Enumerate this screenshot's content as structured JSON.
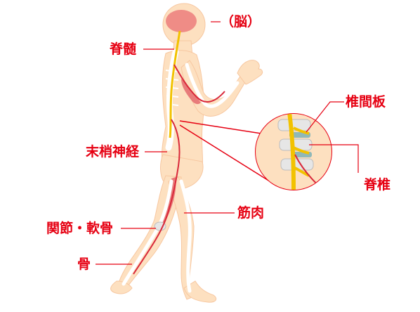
{
  "labels": {
    "brain": "（脳）",
    "spinal_cord": "脊髄",
    "intervertebral_disc": "椎間板",
    "peripheral_nerve": "末梢神経",
    "spine": "脊椎",
    "muscle": "筋肉",
    "joint_cartilage": "関節・軟骨",
    "bone": "骨"
  },
  "colors": {
    "label": "#e60012",
    "skin": "#fde0c0",
    "skin_edge": "#f7c7a0",
    "brain": "#ef8c86",
    "nerve": "#f2c200",
    "muscle": "#e46a6e",
    "bone": "#ffffff",
    "vertebra": "#e6e6e6",
    "disc": "#8fb8b8"
  }
}
